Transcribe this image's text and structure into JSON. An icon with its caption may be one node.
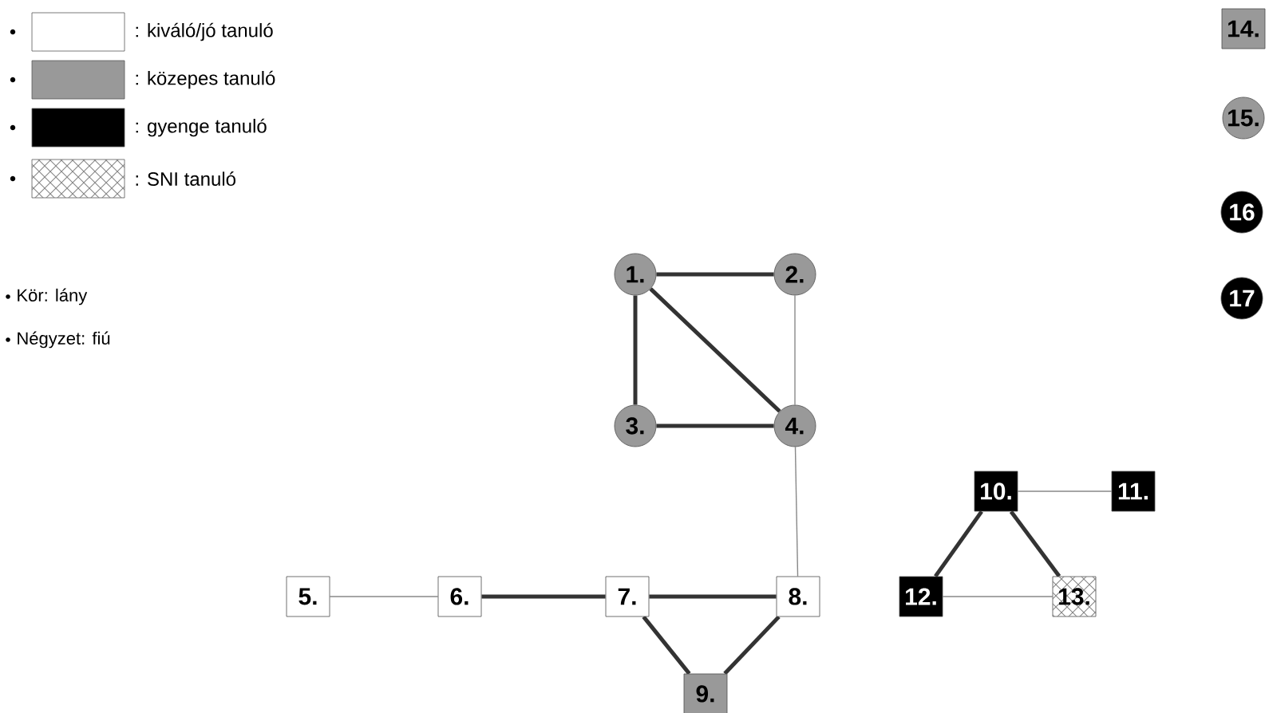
{
  "diagram": {
    "nodes": [
      {
        "text": [
          "1."
        ]
      },
      {
        "text": [
          "2."
        ]
      },
      {
        "text": [
          "3."
        ]
      },
      {
        "text": [
          "4."
        ]
      },
      {
        "text": [
          "5."
        ]
      },
      {
        "text": [
          "6."
        ]
      },
      {
        "text": [
          "7."
        ]
      },
      {
        "text": [
          "8."
        ]
      },
      {
        "text": [
          "9."
        ]
      },
      {
        "text": [
          "10."
        ]
      },
      {
        "text": [
          "11."
        ]
      },
      {
        "text": [
          "12."
        ]
      },
      {
        "text": [
          "13."
        ]
      },
      {
        "text": [
          "14."
        ]
      },
      {
        "text": [
          "15."
        ]
      },
      {
        "text": [
          "16"
        ]
      },
      {
        "text": [
          "17"
        ]
      }
    ],
    "edges": [
      {
        "from": 0,
        "to": 1,
        "arrow": "none"
      },
      {
        "from": 0,
        "to": 2,
        "arrow": "none"
      },
      {
        "from": 0,
        "to": 3,
        "arrow": "none"
      },
      {
        "from": 1,
        "to": 3,
        "arrow": "none",
        "color": "#888888"
      },
      {
        "from": 2,
        "to": 3,
        "arrow": "none"
      },
      {
        "from": 3,
        "to": 7,
        "arrow": "none",
        "color": "#888888"
      },
      {
        "from": 4,
        "to": 5,
        "arrow": "none",
        "color": "#888888"
      },
      {
        "from": 5,
        "to": 6,
        "arrow": "none"
      },
      {
        "from": 6,
        "to": 7,
        "arrow": "none"
      },
      {
        "from": 6,
        "to": 8,
        "arrow": "none"
      },
      {
        "from": 7,
        "to": 8,
        "arrow": "none"
      },
      {
        "from": 9,
        "to": 10,
        "arrow": "none",
        "color": "#888888"
      },
      {
        "from": 9,
        "to": 11,
        "arrow": "none"
      },
      {
        "from": 9,
        "to": 12,
        "arrow": "none"
      },
      {
        "from": 11,
        "to": 12,
        "arrow": "none",
        "color": "#888888"
      }
    ],
    "labels": [
      "Kör: lány",
      "Négyzet: fiú"
    ],
    "legend": [
      {
        "text": ": kiváló/jó tanuló"
      },
      {
        "text": ": közepes tanuló",
        "color": "#999999"
      },
      {
        "text": ": gyenge tanuló",
        "color": "#000000"
      },
      {
        "text": ": SNI tanuló"
      }
    ]
  }
}
